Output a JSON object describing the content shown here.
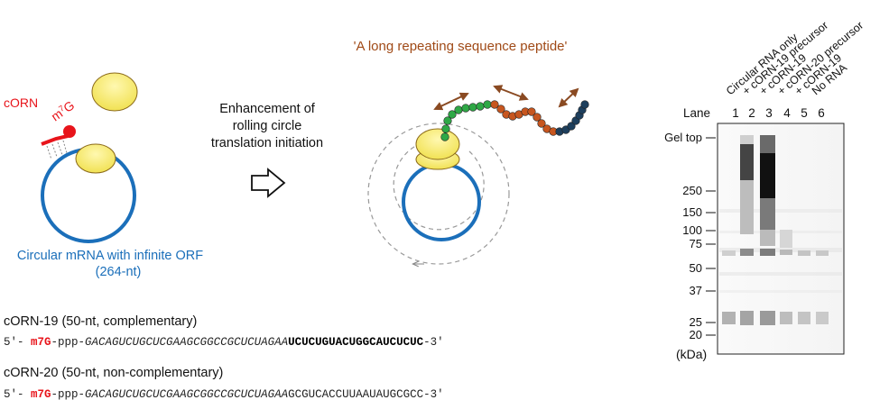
{
  "schematic": {
    "corn_label": "cORN",
    "m7g_label_base": "m",
    "m7g_label_sup": "7",
    "m7g_label_tail": "G",
    "circular_mrna_line1": "Circular mRNA with infinite ORF",
    "circular_mrna_line2": "(264-nt)",
    "enhancement_line1": "Enhancement of",
    "enhancement_line2": "rolling circle",
    "enhancement_line3": "translation initiation",
    "peptide_label": "'A long repeating sequence peptide'"
  },
  "sequences": [
    {
      "title": "cORN-19 (50-nt, complementary)",
      "prefix": "5'- ",
      "cap": "m7G",
      "linker": "-ppp-",
      "italic_part": "GACAGUCUGCUCGAAGCGGCCGCUCUAGAA",
      "variable_part": "UCUCUGUACUGGCAUCUCUC",
      "variable_bold": true,
      "suffix": "-3'"
    },
    {
      "title": "cORN-20 (50-nt, non-complementary)",
      "prefix": "5'- ",
      "cap": "m7G",
      "linker": "-ppp-",
      "italic_part": "GACAGUCUGCUCGAAGCGGCCGCUCUAGAA",
      "variable_part": "GCGUCACCUUAAUAUGCGCC",
      "variable_bold": false,
      "suffix": "-3'"
    }
  ],
  "gel": {
    "lane_header": "Lane",
    "lanes": [
      "1",
      "2",
      "3",
      "4",
      "5",
      "6"
    ],
    "lane_labels": [
      "Circular RNA only",
      "+ cORN-19 precursor",
      "+ cORN-19",
      "+ cORN-20 precursor",
      "+ cORN-19",
      "No RNA"
    ],
    "markers": [
      "Gel top",
      "250",
      "150",
      "100",
      "75",
      "50",
      "37",
      "25",
      "20"
    ],
    "unit": "(kDa)"
  },
  "colors": {
    "circle_blue": "#1b6fba",
    "corn_red": "#e8141b",
    "ribosome_yellow": "#f6eb6a",
    "peptide_orange": "#c7561f",
    "peptide_green": "#2fa846",
    "peptide_navy": "#1d3f5d",
    "arrow_brown": "#8a4a22"
  }
}
